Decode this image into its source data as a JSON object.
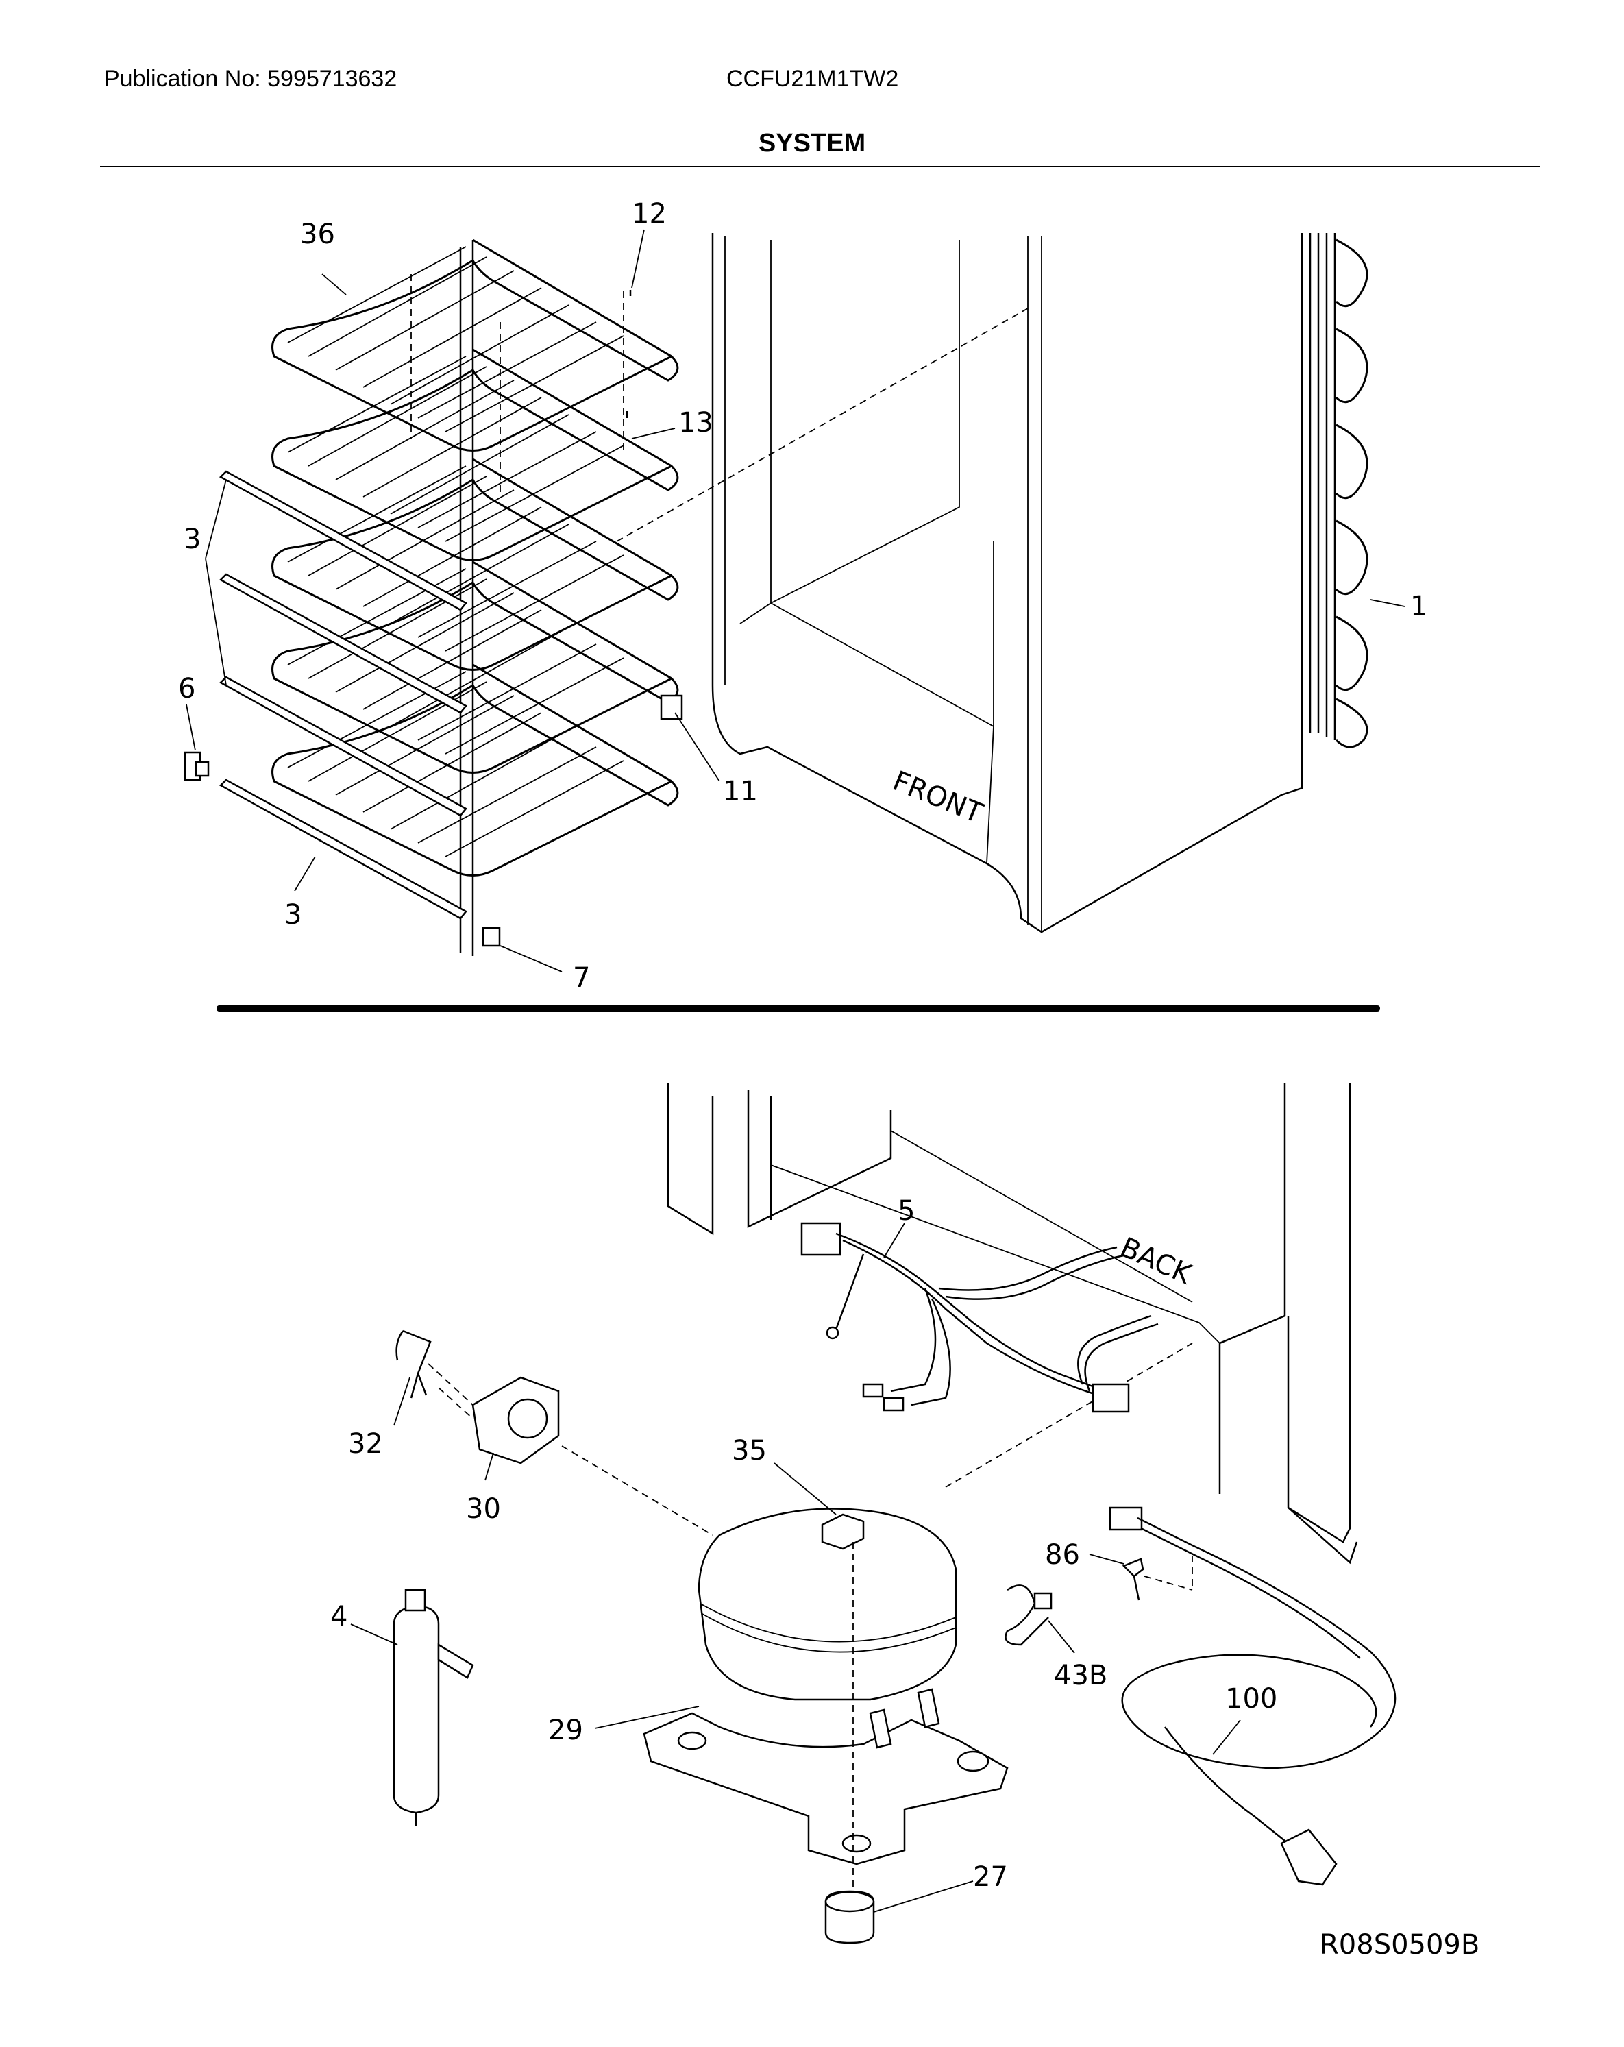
{
  "header": {
    "publication": "Publication No: 5995713632",
    "model": "CCFU21M1TW2",
    "section_title": "SYSTEM"
  },
  "figure_code": "R08S0509B",
  "cabinet_labels": {
    "front": "FRONT",
    "back": "BACK"
  },
  "callouts": {
    "c36": "36",
    "c12": "12",
    "c13": "13",
    "c3a": "3",
    "c1": "1",
    "c6": "6",
    "c11": "11",
    "c3b": "3",
    "c7": "7",
    "c5": "5",
    "c32": "32",
    "c30": "30",
    "c35": "35",
    "c86": "86",
    "c4": "4",
    "c43b": "43B",
    "c100": "100",
    "c29": "29",
    "c27": "27"
  }
}
